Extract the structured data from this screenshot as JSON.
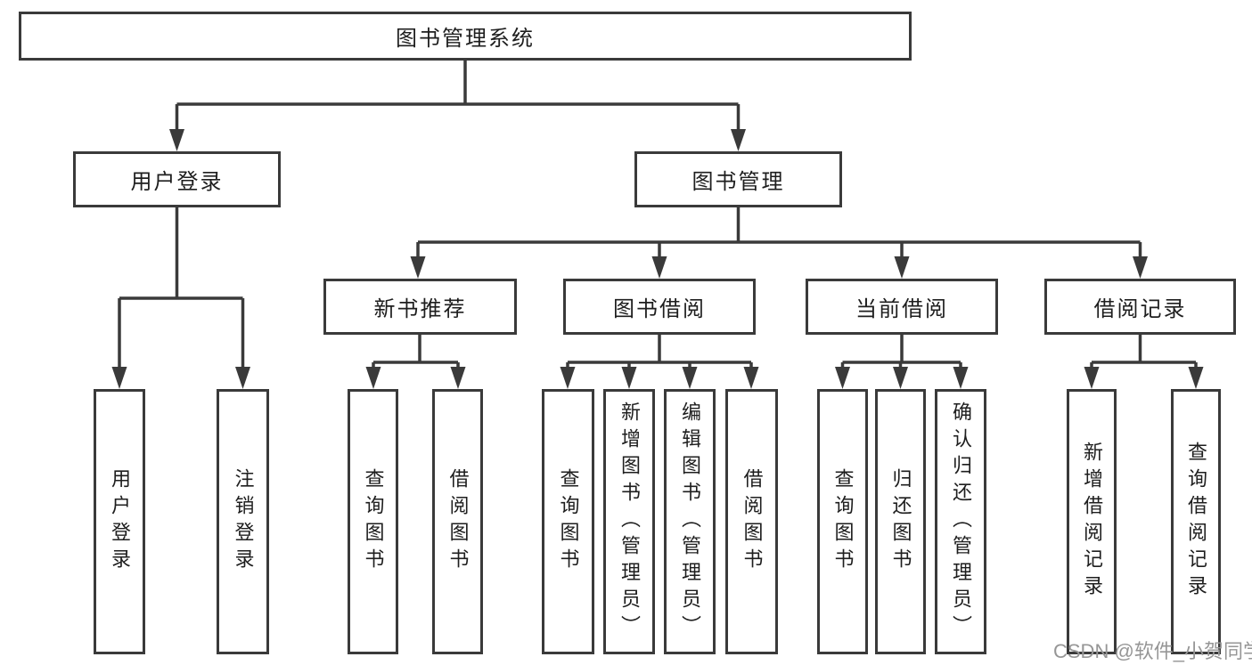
{
  "diagram": {
    "colors": {
      "background": "#ffffff",
      "line": "#3a3a3a",
      "box_border": "#3a3a3a",
      "text": "#1e1e1e",
      "watermark": "#969696"
    },
    "nodes": {
      "root": "图书管理系统",
      "user_login_branch": "用户登录",
      "book_management": "图书管理",
      "new_book_recommend": "新书推荐",
      "book_borrowing": "图书借阅",
      "current_borrowing": "当前借阅",
      "borrowing_records": "借阅记录",
      "leaf_user_login": "用户登录",
      "leaf_logout": "注销登录",
      "leaf_nb_query_books": "查询图书",
      "leaf_nb_borrow_books": "借阅图书",
      "leaf_bb_query_books": "查询图书",
      "leaf_bb_add_books": "新增图书（管理员）",
      "leaf_bb_edit_books": "编辑图书（管理员）",
      "leaf_bb_borrow_books": "借阅图书",
      "leaf_cb_query_books": "查询图书",
      "leaf_cb_return_books": "归还图书",
      "leaf_cb_confirm_return": "确认归还（管理员）",
      "leaf_br_add_record": "新增借阅记录",
      "leaf_br_query_record": "查询借阅记录"
    },
    "hierarchy": {
      "图书管理系统": {
        "用户登录": [
          "用户登录",
          "注销登录"
        ],
        "图书管理": {
          "新书推荐": [
            "查询图书",
            "借阅图书"
          ],
          "图书借阅": [
            "查询图书",
            "新增图书（管理员）",
            "编辑图书（管理员）",
            "借阅图书"
          ],
          "当前借阅": [
            "查询图书",
            "归还图书",
            "确认归还（管理员）"
          ],
          "借阅记录": [
            "新增借阅记录",
            "查询借阅记录"
          ]
        }
      }
    },
    "watermark": "CSDN @软件_小贺同学"
  }
}
